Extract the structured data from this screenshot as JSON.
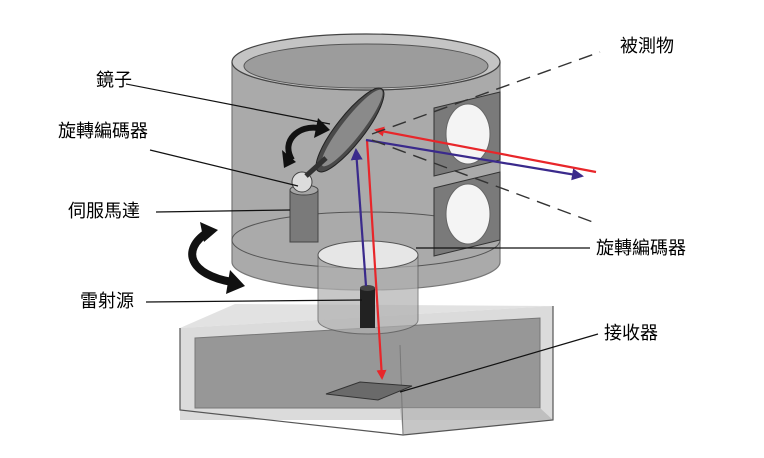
{
  "labels": {
    "mirror": "鏡子",
    "rotary_encoder_top": "旋轉編碼器",
    "servo_motor": "伺服馬達",
    "laser_source": "雷射源",
    "target": "被測物",
    "rotary_encoder_right": "旋轉編碼器",
    "receiver": "接收器"
  },
  "colors": {
    "outgoing_beam": "#e8262a",
    "return_beam": "#3a2a8c",
    "housing": "#8a8a8a",
    "base": "#9a9a9a"
  }
}
